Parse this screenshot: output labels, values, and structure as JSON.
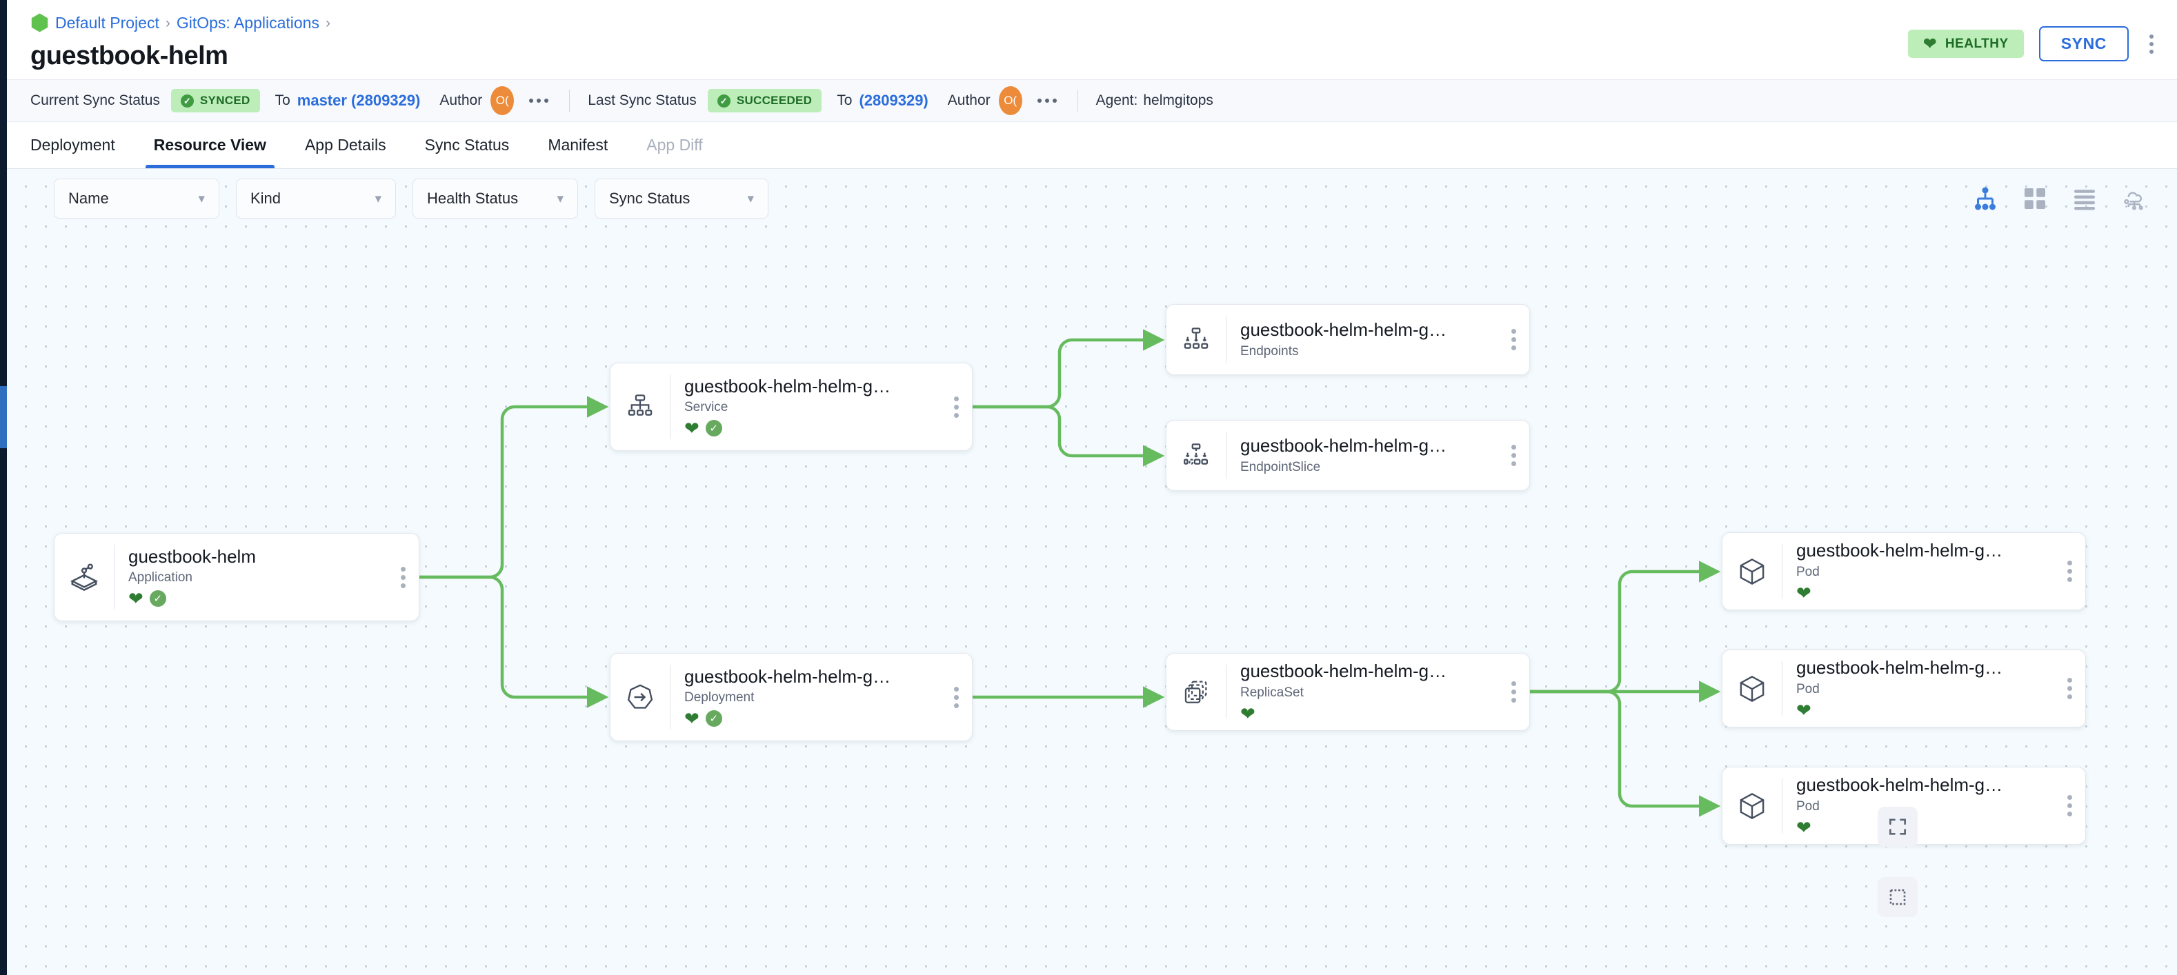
{
  "breadcrumb": {
    "logo_icon": "gitops-hexagon-logo",
    "items": [
      {
        "label": "Default Project",
        "sep": "›"
      },
      {
        "label": "GitOps: Applications",
        "sep": "›"
      }
    ]
  },
  "page_title": "guestbook-helm",
  "header_actions": {
    "health_badge": {
      "label": "HEALTHY",
      "icon": "heart-icon",
      "bg": "#bdeeb9",
      "fg": "#1d6b25"
    },
    "sync_button": "SYNC",
    "overflow_icon": "kebab-vertical-icon"
  },
  "status_strip": {
    "current": {
      "label": "Current Sync Status",
      "pill": "SYNCED",
      "to_label": "To",
      "revision": "master (2809329)",
      "author_label": "Author",
      "author_initials": "O(",
      "overflow_icon": "kebab-horizontal-icon"
    },
    "last": {
      "label": "Last Sync Status",
      "pill": "SUCCEEDED",
      "to_label": "To",
      "revision": "(2809329)",
      "author_label": "Author",
      "author_initials": "O(",
      "overflow_icon": "kebab-horizontal-icon"
    },
    "agent_label": "Agent:",
    "agent_value": "helmgitops"
  },
  "tabs": [
    {
      "label": "Deployment",
      "state": ""
    },
    {
      "label": "Resource View",
      "state": "active"
    },
    {
      "label": "App Details",
      "state": ""
    },
    {
      "label": "Sync Status",
      "state": ""
    },
    {
      "label": "Manifest",
      "state": ""
    },
    {
      "label": "App Diff",
      "state": "disabled"
    }
  ],
  "filters": [
    {
      "label": "Name",
      "icon": "chevron-down-icon"
    },
    {
      "label": "Kind",
      "icon": "chevron-down-icon"
    },
    {
      "label": "Health Status",
      "icon": "chevron-down-icon"
    },
    {
      "label": "Sync Status",
      "icon": "chevron-down-icon"
    }
  ],
  "view_toggles": [
    {
      "name": "tree-view-icon",
      "active": true
    },
    {
      "name": "grid-view-icon",
      "active": false
    },
    {
      "name": "list-view-icon",
      "active": false
    },
    {
      "name": "network-view-icon",
      "active": false
    }
  ],
  "canvas_tools": [
    {
      "name": "fullscreen-icon"
    },
    {
      "name": "selection-box-icon"
    }
  ],
  "graph": {
    "nodes": [
      {
        "id": "app",
        "name": "guestbook-helm",
        "kind": "Application",
        "icon": "application-icon",
        "health": "healthy",
        "sync": "synced"
      },
      {
        "id": "service",
        "name": "guestbook-helm-helm-g…",
        "kind": "Service",
        "icon": "service-icon",
        "health": "healthy",
        "sync": "synced"
      },
      {
        "id": "deployment",
        "name": "guestbook-helm-helm-g…",
        "kind": "Deployment",
        "icon": "deployment-icon",
        "health": "healthy",
        "sync": "synced"
      },
      {
        "id": "endpoints",
        "name": "guestbook-helm-helm-g…",
        "kind": "Endpoints",
        "icon": "endpoints-icon",
        "health": "",
        "sync": ""
      },
      {
        "id": "epslice",
        "name": "guestbook-helm-helm-g…",
        "kind": "EndpointSlice",
        "icon": "endpointslice-icon",
        "health": "",
        "sync": ""
      },
      {
        "id": "replicaset",
        "name": "guestbook-helm-helm-g…",
        "kind": "ReplicaSet",
        "icon": "replicaset-icon",
        "health": "healthy",
        "sync": ""
      },
      {
        "id": "pod1",
        "name": "guestbook-helm-helm-g…",
        "kind": "Pod",
        "icon": "pod-icon",
        "health": "healthy",
        "sync": ""
      },
      {
        "id": "pod2",
        "name": "guestbook-helm-helm-g…",
        "kind": "Pod",
        "icon": "pod-icon",
        "health": "healthy",
        "sync": ""
      },
      {
        "id": "pod3",
        "name": "guestbook-helm-helm-g…",
        "kind": "Pod",
        "icon": "pod-icon",
        "health": "healthy",
        "sync": ""
      }
    ],
    "edges": [
      {
        "from": "app",
        "to": "service"
      },
      {
        "from": "app",
        "to": "deployment"
      },
      {
        "from": "service",
        "to": "endpoints"
      },
      {
        "from": "service",
        "to": "epslice"
      },
      {
        "from": "deployment",
        "to": "replicaset"
      },
      {
        "from": "replicaset",
        "to": "pod1"
      },
      {
        "from": "replicaset",
        "to": "pod2"
      },
      {
        "from": "replicaset",
        "to": "pod3"
      }
    ],
    "edge_color": "#66bb5e"
  },
  "colors": {
    "accent_blue": "#2a6ddb",
    "health_green": "#2e7d32",
    "pill_green_bg": "#bdeeb9",
    "pill_green_fg": "#1d6b25",
    "edge_green": "#66bb5e",
    "avatar_orange": "#ec8b39",
    "canvas_bg": "#f4fafd"
  }
}
